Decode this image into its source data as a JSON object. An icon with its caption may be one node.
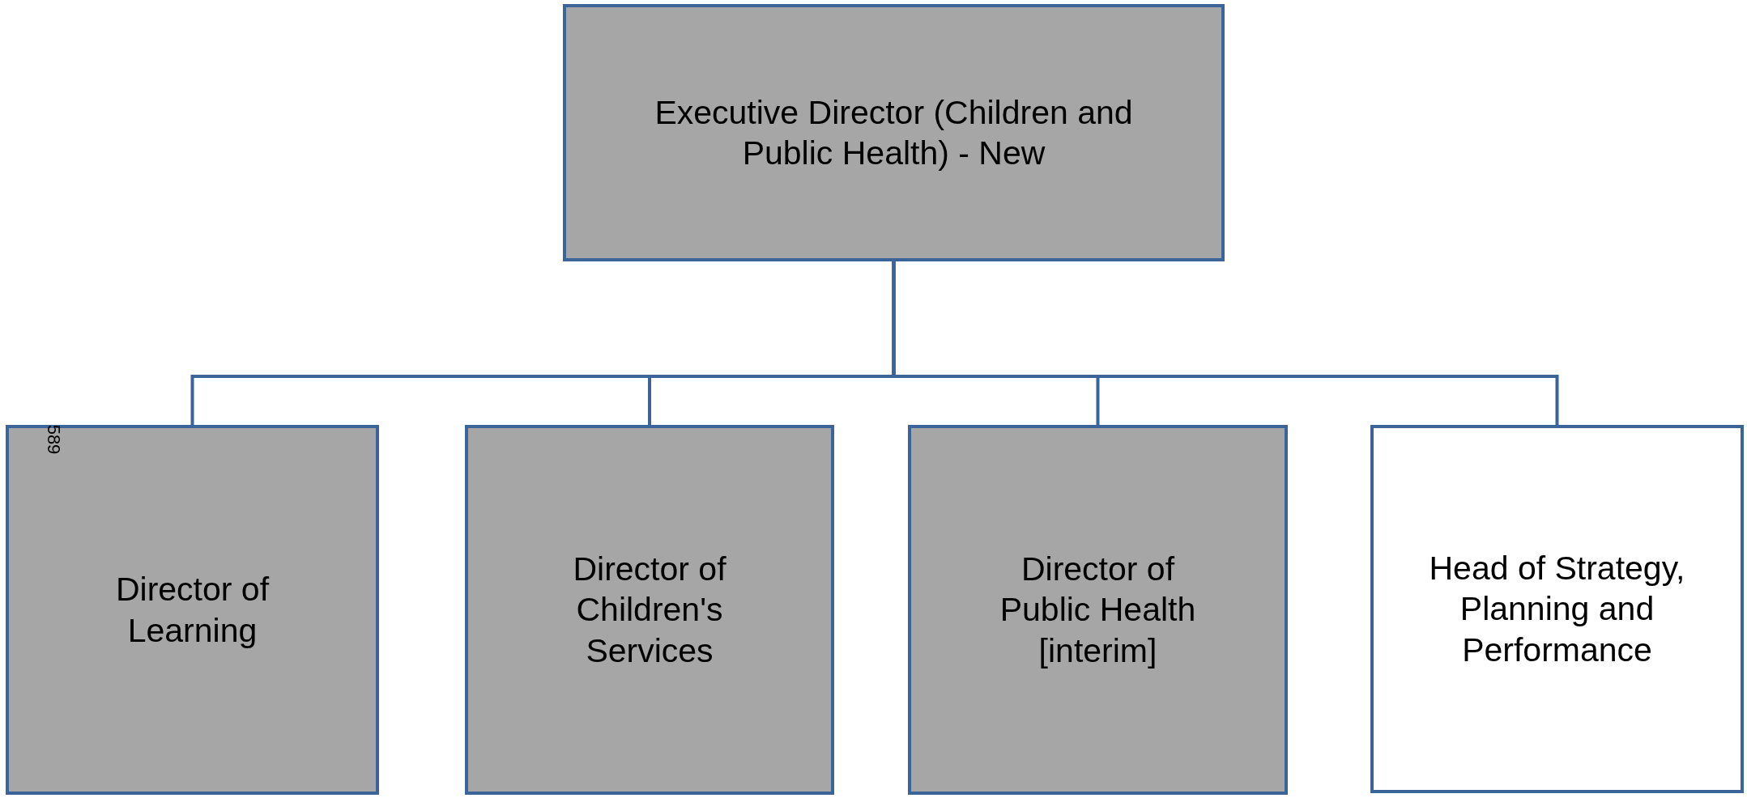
{
  "diagram": {
    "nodes": [
      {
        "text": [
          "Executive Director (Children and Public Health) - New"
        ]
      },
      {
        "text": [
          "Director of Learning"
        ]
      },
      {
        "text": [
          "Director of Children's Services"
        ]
      },
      {
        "text": [
          "Director of Public Health [interim]"
        ]
      },
      {
        "text": [
          "Head of Strategy, Planning and Performance"
        ]
      }
    ],
    "edges": [
      {
        "from": 0,
        "to": 1,
        "arrow": "none"
      },
      {
        "from": 0,
        "to": 2,
        "arrow": "none"
      },
      {
        "from": 0,
        "to": 3,
        "arrow": "none"
      },
      {
        "from": 0,
        "to": 4,
        "arrow": "none"
      }
    ],
    "labels": [
      "589"
    ]
  }
}
